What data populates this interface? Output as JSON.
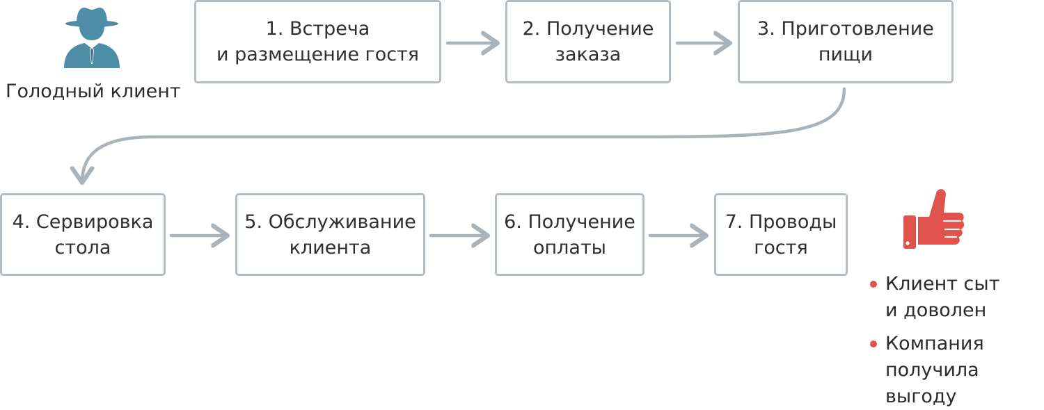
{
  "colors": {
    "connector": "#a9b3b9",
    "box_border": "#b3bcc1",
    "client_icon": "#4d8ea6",
    "thumb_icon": "#e0524c",
    "bullet": "#e0524c"
  },
  "client": {
    "icon": "client-person-icon",
    "label": "Голодный клиент"
  },
  "steps": [
    {
      "label": "1. Встреча\nи размещение гостя"
    },
    {
      "label": "2. Получение\nзаказа"
    },
    {
      "label": "3. Приготовление\nпищи"
    },
    {
      "label": "4. Сервировка\nстола"
    },
    {
      "label": "5. Обслуживание\nклиента"
    },
    {
      "label": "6. Получение\nоплаты"
    },
    {
      "label": "7. Проводы\nгостя"
    }
  ],
  "result": {
    "icon": "thumbs-up-icon",
    "items": [
      {
        "text": "Клиент сыт\nи доволен"
      },
      {
        "text": "Компания\nполучила выгоду"
      }
    ]
  }
}
